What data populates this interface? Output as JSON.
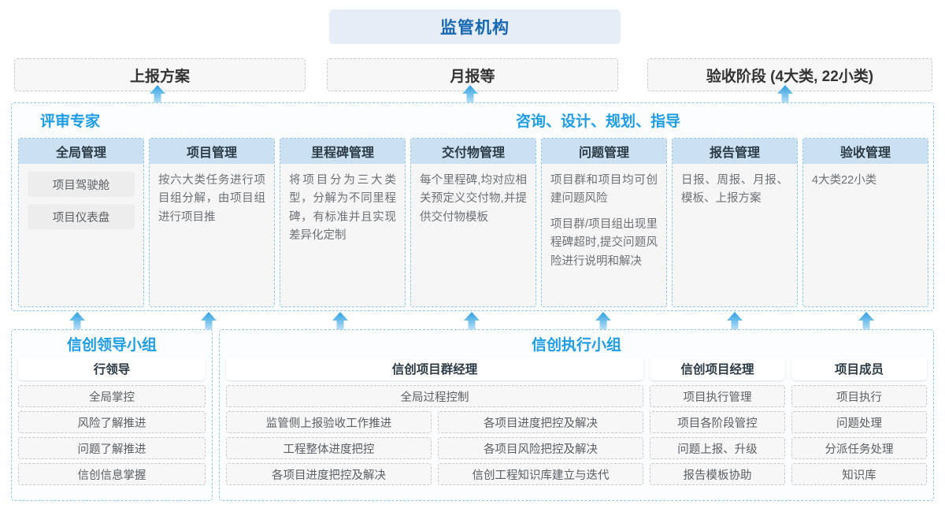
{
  "top": {
    "regulator": "监管机构",
    "boxes": [
      {
        "label": "上报方案"
      },
      {
        "label": "月报等"
      },
      {
        "label": "验收阶段 (4大类, 22小类)"
      }
    ]
  },
  "middle": {
    "title_left": "评审专家",
    "title_right": "咨询、设计、规划、指导",
    "cards": [
      {
        "head": "全局管理",
        "pills": [
          "项目驾驶舱",
          "项目仪表盘"
        ],
        "paragraphs": []
      },
      {
        "head": "项目管理",
        "pills": [],
        "paragraphs": [
          "按六大类任务进行项目组分解，由项目组进行项目推"
        ]
      },
      {
        "head": "里程碑管理",
        "pills": [],
        "paragraphs": [
          "将项目分为三大类型，分解为不同里程碑，有标准并且实现差异化定制"
        ]
      },
      {
        "head": "交付物管理",
        "pills": [],
        "paragraphs": [
          "每个里程碑,均对应相关预定义交付物,并提供交付物模板"
        ]
      },
      {
        "head": "问题管理",
        "pills": [],
        "paragraphs": [
          "项目群和项目均可创建问题风险",
          "项目群/项目组出现里程碑超时,提交问题风险进行说明和解决"
        ]
      },
      {
        "head": "报告管理",
        "pills": [],
        "paragraphs": [
          "日报、周报、月报、模板、上报方案"
        ]
      },
      {
        "head": "验收管理",
        "pills": [],
        "paragraphs": [
          "4大类22小类"
        ]
      }
    ]
  },
  "bottom": {
    "leader_group": {
      "title": "信创领导小组",
      "role": "行领导",
      "tasks": [
        "全局掌控",
        "风险了解推进",
        "问题了解推进",
        "信创信息掌握"
      ]
    },
    "exec_group": {
      "title": "信创执行小组",
      "program_manager": {
        "role": "信创项目群经理",
        "full_width_task": "全局过程控制",
        "left_tasks": [
          "监管侧上报验收工作推进",
          "工程整体进度把控",
          "各项目进度把控及解决"
        ],
        "right_tasks": [
          "各项目进度把控及解决",
          "各项目风险把控及解决",
          "信创工程知识库建立与迭代"
        ]
      },
      "project_manager": {
        "role": "信创项目经理",
        "tasks": [
          "项目执行管理",
          "项目各阶段管控",
          "问题上报、升级",
          "报告模板协助"
        ]
      },
      "member": {
        "role": "项目成员",
        "tasks": [
          "项目执行",
          "问题处理",
          "分派任务处理",
          "知识库"
        ]
      }
    }
  },
  "arrows": {
    "top_row_x": [
      200,
      597,
      997
    ],
    "mid_row_x": [
      98,
      265,
      432,
      599,
      766,
      933,
      1100
    ]
  },
  "colors": {
    "accent_blue": "#1e9ce4",
    "title_blue": "#1668b3",
    "card_head_blue": "#cbe1f1",
    "regulator_bg": "#e7edf6",
    "dashed_gray": "#c9c9c9",
    "dashed_blue": "#8fc7ea",
    "body_text": "#6b7177"
  }
}
